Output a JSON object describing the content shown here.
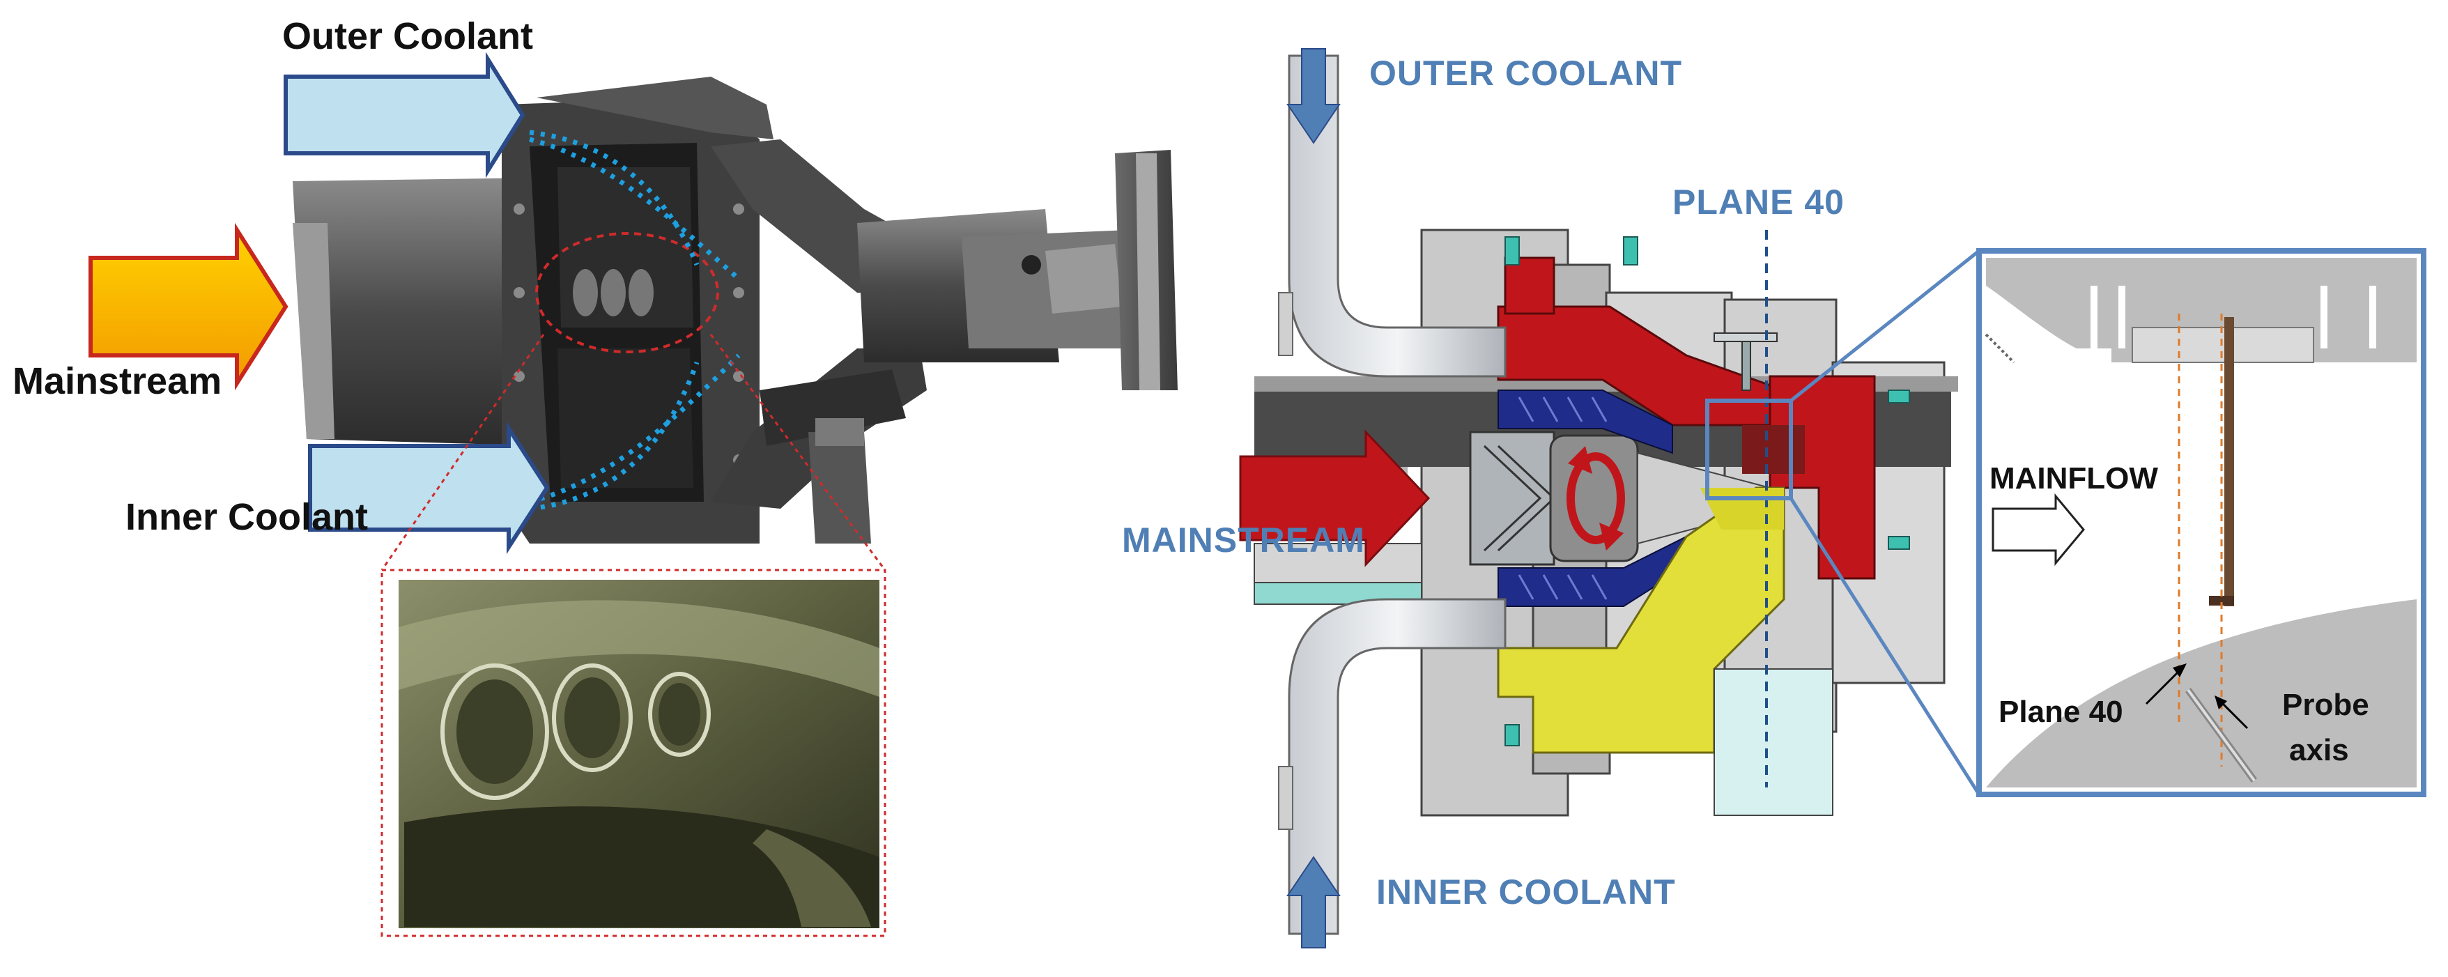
{
  "photo_labels": {
    "outer_coolant": "Outer Coolant",
    "mainstream": "Mainstream",
    "inner_coolant": "Inner Coolant"
  },
  "section_labels": {
    "outer_coolant": "OUTER COOLANT",
    "plane": "PLANE 40",
    "mainstream": "MAINSTREAM",
    "inner_coolant": "INNER COOLANT"
  },
  "detail_labels": {
    "mainflow": "MAINFLOW",
    "plane": "Plane 40",
    "probe_axis_line1": "Probe",
    "probe_axis_line2": "axis"
  },
  "colors": {
    "coolant_arrow_fill": "#bfe0ef",
    "coolant_arrow_stroke": "#2b4a8a",
    "mainstream_arrow_fill": "#f6b400",
    "mainstream_arrow_stroke": "#c8271e",
    "section_red": "#c0161b",
    "section_blue": "#1f2c8a",
    "section_yellow": "#e2de3a",
    "label_blue": "#4f7fb4",
    "flow_dots": "#1ea0e0"
  }
}
